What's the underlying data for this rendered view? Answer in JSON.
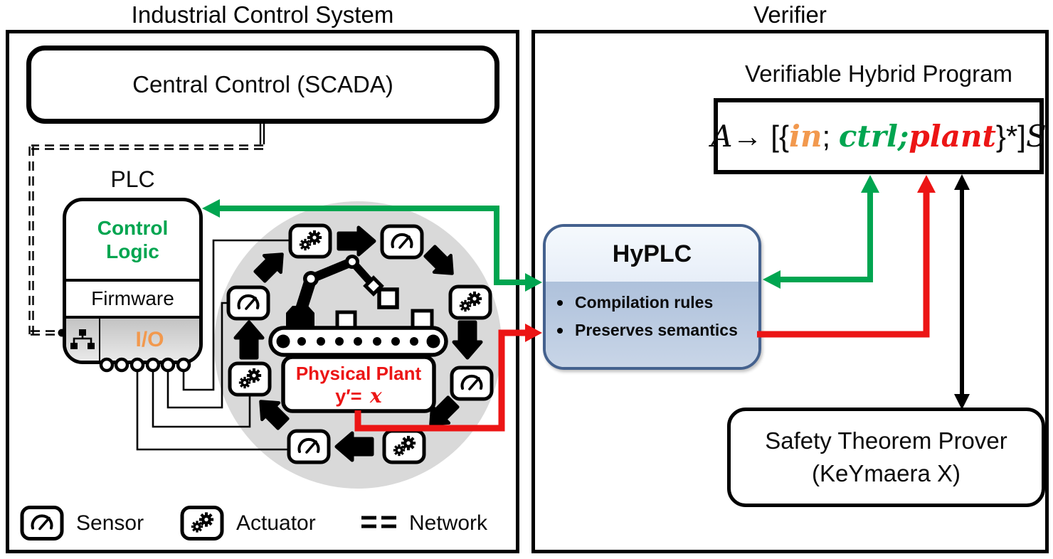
{
  "colors": {
    "green": "#00A550",
    "red": "#EC1515",
    "orange": "#F2994E",
    "hyplc_border": "#44618E",
    "circle_gray": "#D9D9D9"
  },
  "left_panel": {
    "title": "Industrial Control System",
    "scada_label": "Central Control (SCADA)",
    "plc": {
      "label": "PLC",
      "sections": [
        {
          "label": "Control Logic"
        },
        {
          "label": "Firmware"
        },
        {
          "label": "I/O"
        }
      ]
    },
    "plant_box": {
      "line1": "Physical Plant",
      "line2_lhs": "y′= ",
      "line2_rhs": "x"
    },
    "legend": [
      {
        "icon": "sensor-icon",
        "label": "Sensor"
      },
      {
        "icon": "actuator-icon",
        "label": "Actuator"
      },
      {
        "icon": "network-icon",
        "label": "Network"
      }
    ]
  },
  "hyplc": {
    "title": "HyPLC",
    "bullets": [
      "Compilation rules",
      "Preserves semantics"
    ]
  },
  "right_panel": {
    "title": "Verifier",
    "hybrid_program": {
      "title": "Verifiable Hybrid Program",
      "formula_text": "A→ [{in; ctrl;plant}*]S",
      "formula_tokens": [
        {
          "t": "A",
          "s": "mvar"
        },
        {
          "t": "→ ",
          "s": "plain"
        },
        {
          "t": "[{",
          "s": "plain"
        },
        {
          "t": "in",
          "s": "in"
        },
        {
          "t": "; ",
          "s": "plain"
        },
        {
          "t": "ctrl",
          "s": "ctrl"
        },
        {
          "t": ";",
          "s": "ctrl"
        },
        {
          "t": "plant",
          "s": "plant"
        },
        {
          "t": "}*]",
          "s": "plain"
        },
        {
          "t": "S",
          "s": "mvar"
        }
      ]
    },
    "prover": {
      "line1": "Safety Theorem Prover",
      "line2": "(KeYmaera X)"
    }
  }
}
